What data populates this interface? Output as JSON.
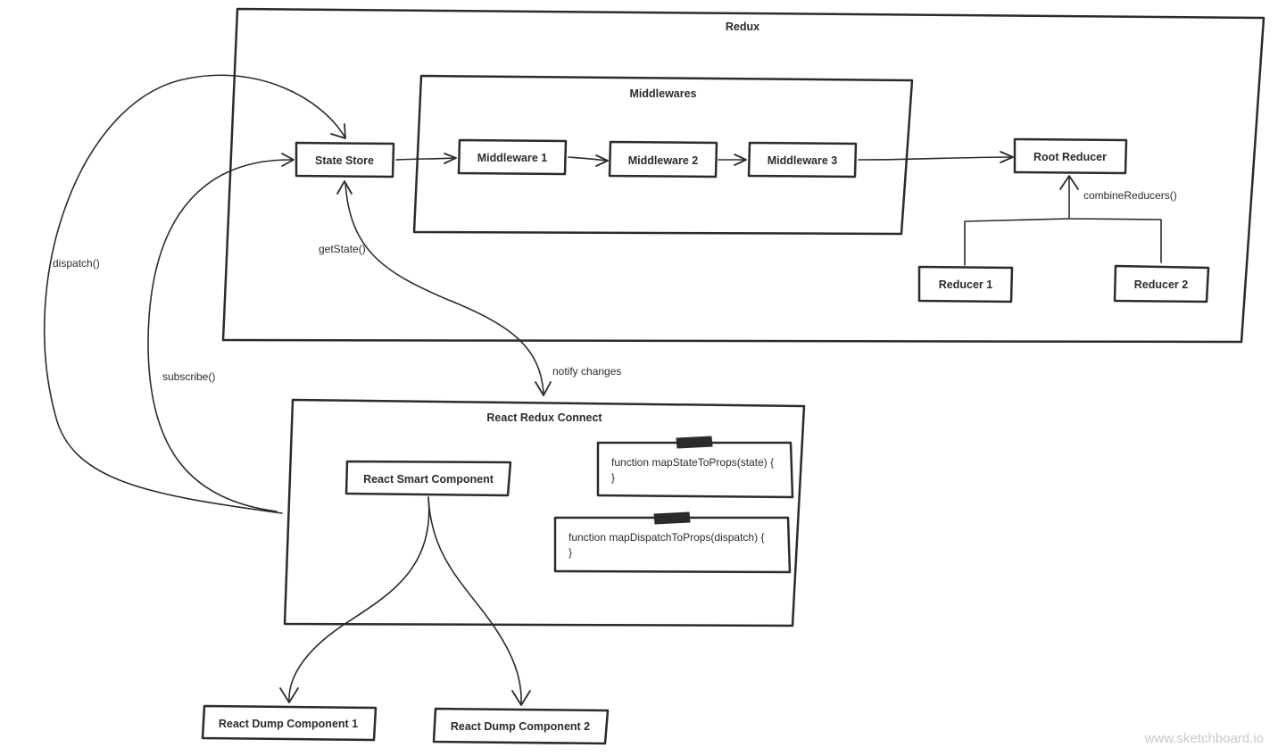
{
  "groups": {
    "redux": "Redux",
    "middlewares": "Middlewares",
    "connect": "React Redux Connect"
  },
  "nodes": {
    "state_store": "State Store",
    "middleware_1": "Middleware 1",
    "middleware_2": "Middleware 2",
    "middleware_3": "Middleware 3",
    "root_reducer": "Root Reducer",
    "reducer_1": "Reducer 1",
    "reducer_2": "Reducer 2",
    "smart_component": "React Smart Component",
    "dump_component_1": "React Dump Component 1",
    "dump_component_2": "React Dump Component 2"
  },
  "notes": {
    "map_state": [
      "function mapStateToProps(state) {",
      "}"
    ],
    "map_dispatch": [
      "function mapDispatchToProps(dispatch) {",
      "}"
    ]
  },
  "edge_labels": {
    "combine_reducers": "combineReducers()",
    "get_state": "getState()",
    "notify_changes": "notify changes",
    "dispatch": "dispatch()",
    "subscribe": "subscribe()"
  },
  "watermark": "www.sketchboard.io",
  "colors": {
    "stroke": "#2b2b2b",
    "background": "#ffffff",
    "watermark": "#c8c8c8"
  }
}
